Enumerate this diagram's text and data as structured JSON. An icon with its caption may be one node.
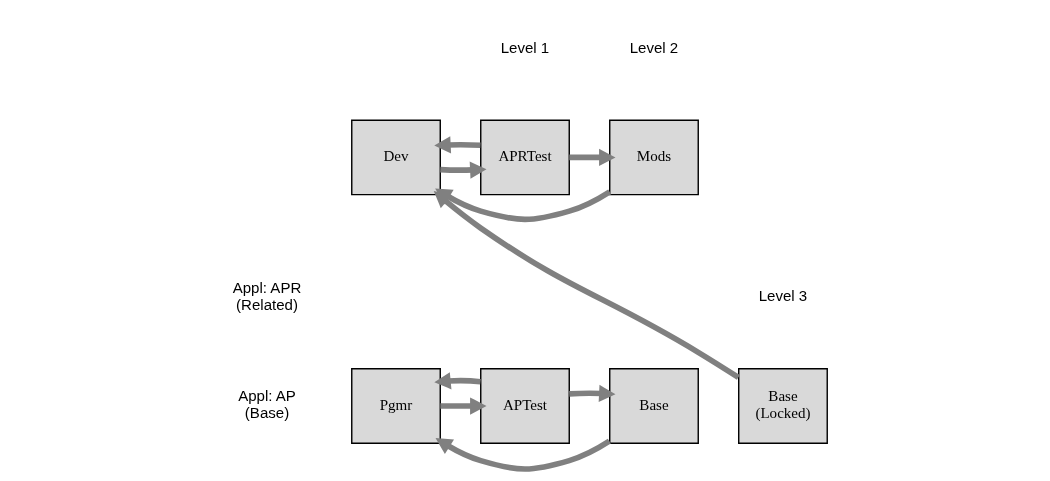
{
  "diagram": {
    "nodes": [
      {
        "text": [
          "Dev"
        ]
      },
      {
        "text": [
          "APRTest"
        ]
      },
      {
        "text": [
          "Mods"
        ]
      },
      {
        "text": [
          "Base",
          "(Locked)"
        ]
      },
      {
        "text": [
          "Pgmr"
        ]
      },
      {
        "text": [
          "APTest"
        ]
      },
      {
        "text": [
          "Base"
        ]
      }
    ],
    "edges": [
      {
        "from": 0,
        "to": 1,
        "arrow": "to"
      },
      {
        "from": 1,
        "to": 2,
        "arrow": "to"
      },
      {
        "from": 1,
        "to": 0,
        "arrow": "to"
      },
      {
        "from": 2,
        "to": 0,
        "arrow": "to"
      },
      {
        "from": 3,
        "to": 0,
        "arrow": "to"
      },
      {
        "from": 4,
        "to": 5,
        "arrow": "to"
      },
      {
        "from": 5,
        "to": 6,
        "arrow": "to"
      },
      {
        "from": 5,
        "to": 4,
        "arrow": "to"
      },
      {
        "from": 6,
        "to": 4,
        "arrow": "to"
      }
    ],
    "labels": [
      "Level 1",
      "Level 2",
      "Level 3",
      "Appl: APR (Related)",
      "Appl: AP (Base)"
    ]
  }
}
